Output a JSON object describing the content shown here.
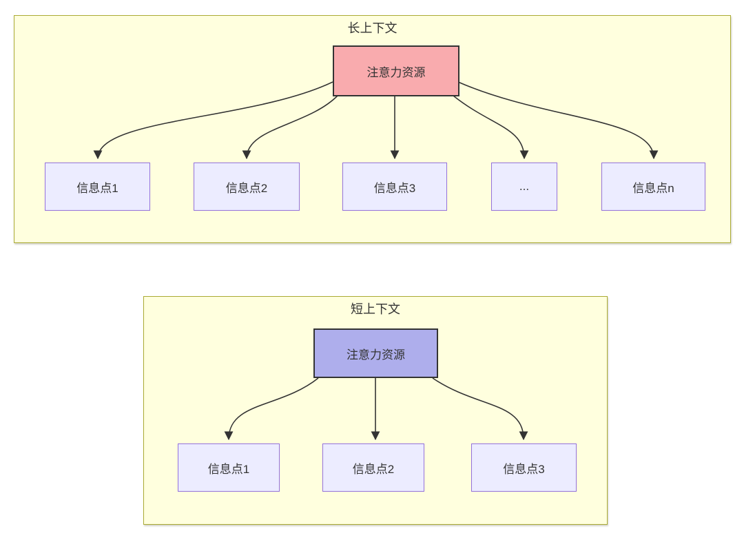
{
  "clusters": [
    {
      "title": "长上下文",
      "root_label": "注意力资源",
      "children": [
        {
          "label": "信息点1"
        },
        {
          "label": "信息点2"
        },
        {
          "label": "信息点3"
        },
        {
          "label": "..."
        },
        {
          "label": "信息点n"
        }
      ]
    },
    {
      "title": "短上下文",
      "root_label": "注意力资源",
      "children": [
        {
          "label": "信息点1"
        },
        {
          "label": "信息点2"
        },
        {
          "label": "信息点3"
        }
      ]
    }
  ],
  "colors": {
    "cluster_fill": "#ffffde",
    "cluster_border": "#aaaa33",
    "child_node_fill": "#ececff",
    "child_node_border": "#9370db",
    "root_node_border": "#333333",
    "long_root_fill": "#f9abae",
    "short_root_fill": "#aeaeec",
    "edge_color": "#333333",
    "text_color": "#333333"
  }
}
